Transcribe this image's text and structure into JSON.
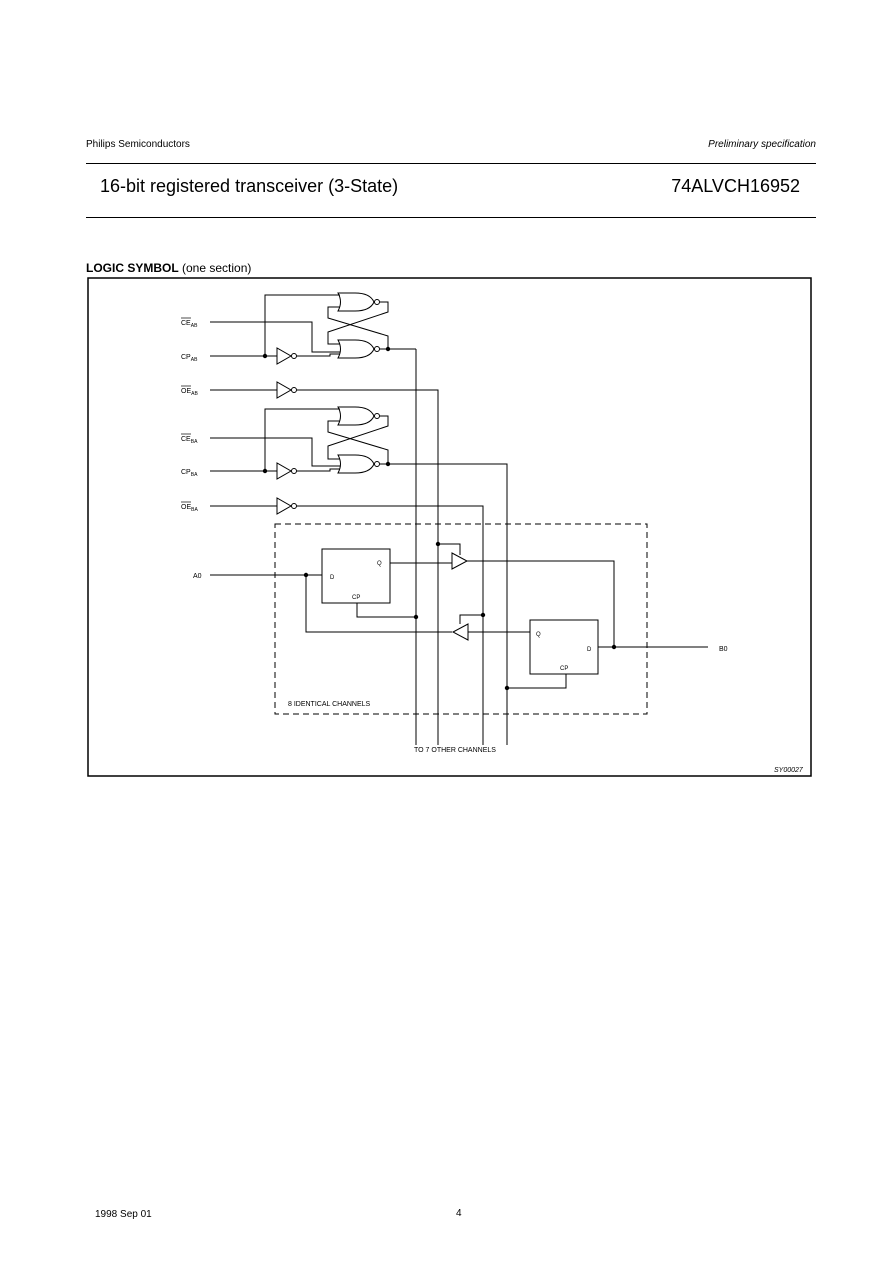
{
  "header": {
    "company": "Philips Semiconductors",
    "spec_status": "Preliminary specification",
    "title": "16-bit registered transceiver (3-State)",
    "part_number": "74ALVCH16952"
  },
  "section": {
    "title_bold": "LOGIC SYMBOL",
    "title_rest": " (one section)"
  },
  "diagram": {
    "signals": {
      "oe_ab_1": {
        "main": "CE",
        "sub": "AB"
      },
      "cp_ab": {
        "main": "CP",
        "sub": "AB"
      },
      "oe_ab_2": {
        "main": "OE",
        "sub": "AB"
      },
      "ce_ba": {
        "main": "CE",
        "sub": "BA"
      },
      "cp_ba": {
        "main": "CP",
        "sub": "BA"
      },
      "oe_ba": {
        "main": "OE",
        "sub": "BA"
      }
    },
    "a0_label": "A0",
    "b0_label": "B0",
    "ff1": {
      "d": "D",
      "q": "Q",
      "cp": "CP"
    },
    "ff2": {
      "q": "Q",
      "d": "D",
      "cp": "CP"
    },
    "identical_channels": "8 IDENTICAL CHANNELS",
    "other_channels": "TO 7 OTHER CHANNELS",
    "code": "SY00027"
  },
  "footer": {
    "date": "1998 Sep 01",
    "page": "4"
  }
}
